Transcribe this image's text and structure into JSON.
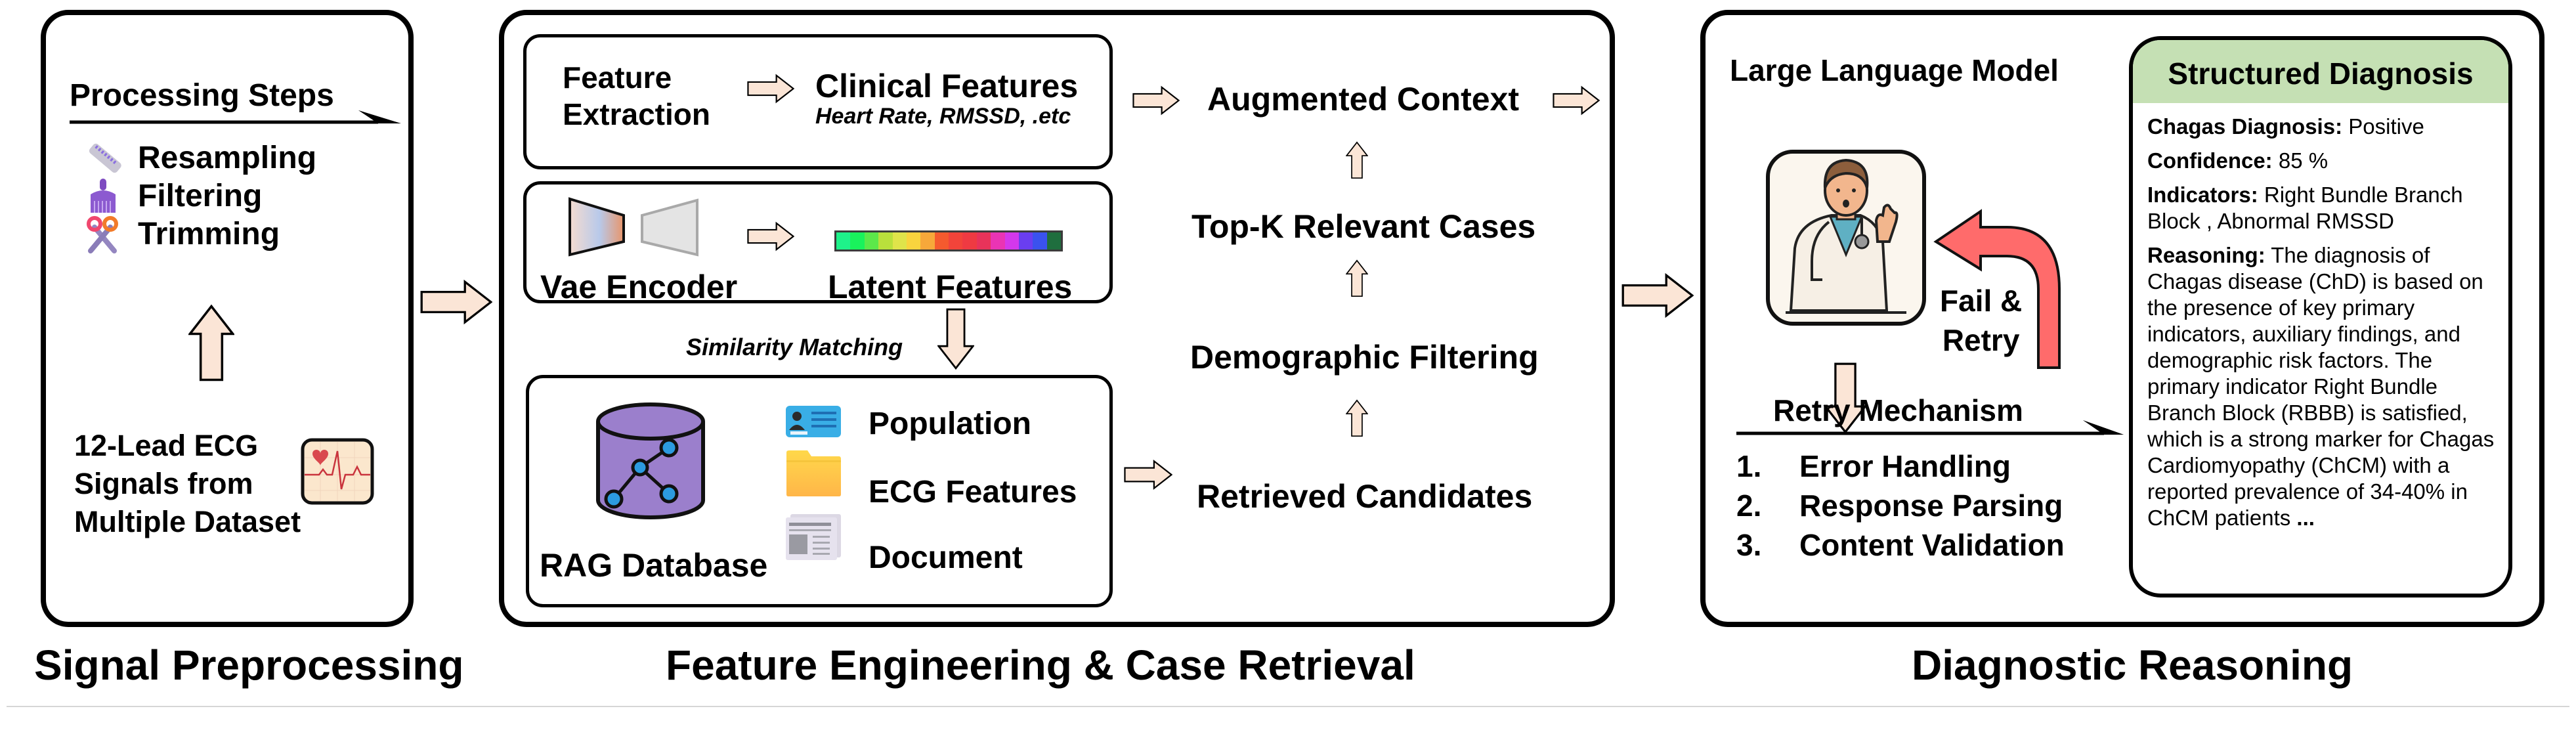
{
  "sections": {
    "preprocessing": {
      "title": "Signal Preprocessing",
      "steps_header": "Processing Steps",
      "steps": [
        {
          "label": "Resampling",
          "icon": "ruler-icon"
        },
        {
          "label": "Filtering",
          "icon": "brush-filter-icon"
        },
        {
          "label": "Trimming",
          "icon": "scissors-icon"
        }
      ],
      "input_lines": [
        "12-Lead ECG",
        "Signals from",
        "Multiple Dataset"
      ],
      "input_icon": "ecg-monitor-icon"
    },
    "feature_engineering": {
      "title": "Feature Engineering & Case Retrieval",
      "feature_extraction": [
        "Feature",
        "Extraction"
      ],
      "clinical_features": "Clinical Features",
      "clinical_examples": "Heart Rate, RMSSD, .etc",
      "vae_encoder": "Vae Encoder",
      "latent_features": "Latent Features",
      "latent_colors": [
        "#1ef28a",
        "#19f25c",
        "#5ce84a",
        "#b9e03c",
        "#dfe44a",
        "#f9d43e",
        "#f7a83a",
        "#f55a2e",
        "#f2443a",
        "#ef3a42",
        "#e8335a",
        "#ea34b4",
        "#d338ec",
        "#6a3ef0",
        "#3a52ee",
        "#1f6e3e"
      ],
      "similarity_matching": "Similarity Matching",
      "rag_database": "RAG Database",
      "rag_items": [
        {
          "label": "Population",
          "icon": "id-card-icon"
        },
        {
          "label": "ECG Features",
          "icon": "folder-icon"
        },
        {
          "label": "Document",
          "icon": "document-icon"
        }
      ],
      "pipeline": {
        "augmented_context": "Augmented Context",
        "top_k": "Top-K Relevant Cases",
        "demographic_filtering": "Demographic Filtering",
        "retrieved_candidates": "Retrieved Candidates"
      }
    },
    "diagnostic": {
      "title": "Diagnostic Reasoning",
      "llm_label": "Large Language Model",
      "llm_icon": "doctor-icon",
      "fail_retry": [
        "Fail &",
        "Retry"
      ],
      "retry_header": "Retry Mechanism",
      "retry_items": [
        {
          "num": "1.",
          "label": "Error Handling"
        },
        {
          "num": "2.",
          "label": "Response Parsing"
        },
        {
          "num": "3.",
          "label": "Content Validation"
        }
      ],
      "structured": {
        "title": "Structured Diagnosis",
        "diagnosis_label": "Chagas Diagnosis:",
        "diagnosis_value": " Positive",
        "confidence_label": "Confidence:",
        "confidence_value": " 85 %",
        "indicators_label": "Indicators:",
        "indicators_value": " Right Bundle Branch Block , Abnormal RMSSD",
        "reasoning_label": "Reasoning:",
        "reasoning_value": " The diagnosis of Chagas disease (ChD) is based on the presence of key primary indicators, auxiliary findings, and demographic risk factors. The primary indicator Right Bundle Branch Block (RBBB) is satisfied, which is a strong marker for Chagas Cardiomyopathy (ChCM) with a reported prevalence of 34-40% in ChCM patients",
        "ellipsis": " ..."
      }
    }
  },
  "colors": {
    "arrow_fill": "#fbe5d6",
    "retry_arrow": "#ff6b6b",
    "structured_header": "#c5e0b4",
    "database_purple": "#9b7fcc",
    "node_blue": "#2c9be0"
  }
}
